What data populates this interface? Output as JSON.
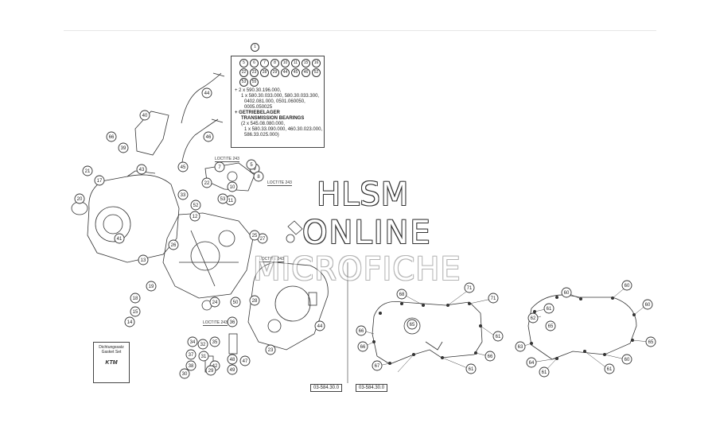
{
  "watermark": {
    "line1": "HLSM",
    "line2": "ONLINE",
    "line3": "MICROFICHE"
  },
  "kit_box": {
    "number": "1",
    "circles": [
      "5",
      "6",
      "7",
      "8",
      "10",
      "11",
      "15",
      "16",
      "22",
      "23",
      "28",
      "29",
      "44",
      "45",
      "46",
      "52",
      "53",
      "55"
    ],
    "line1": "+ 2 x 590.30.196.000,",
    "line2": "1 x 580.30.033.000, 580.30.033.300,",
    "line3": "0402.081.000, 0501.060050,",
    "line4": "0005.050025",
    "heading1": "+ GETRIEBELAGER",
    "heading2": "TRANSMISSION BEARINGS",
    "line5": "(2 x 545.08.080.000,",
    "line6": "1 x 580.33.090.000, 460.30.023.000,",
    "line7": "586.33.025.000)"
  },
  "gasket_box": {
    "line1": "Dichtungssatz",
    "line2": "Gasket Set",
    "brand": "KTM"
  },
  "loctite_labels": [
    "LOCTITE 243",
    "LOCTITE 243",
    "LOCTITE 243",
    "LOCTITE 243"
  ],
  "ref_codes": [
    "03-584.30.0",
    "03-584.30.0"
  ],
  "callouts": {
    "left": [
      "44",
      "66",
      "39",
      "40",
      "43",
      "20",
      "21",
      "17",
      "18",
      "15",
      "33",
      "41",
      "19",
      "14",
      "13",
      "26",
      "34",
      "37",
      "38",
      "35",
      "36",
      "50",
      "47",
      "48",
      "49",
      "32",
      "31",
      "30",
      "28",
      "27",
      "25",
      "24",
      "12",
      "11",
      "10",
      "9",
      "8",
      "5",
      "7",
      "22",
      "23",
      "42",
      "29",
      "44",
      "45",
      "46",
      "52",
      "53"
    ],
    "right_a": [
      "68",
      "71",
      "71",
      "66",
      "65",
      "61",
      "66",
      "66",
      "67",
      "61"
    ],
    "right_b": [
      "60",
      "60",
      "61",
      "62",
      "60",
      "63",
      "64",
      "61",
      "65",
      "61",
      "60",
      "65"
    ]
  }
}
